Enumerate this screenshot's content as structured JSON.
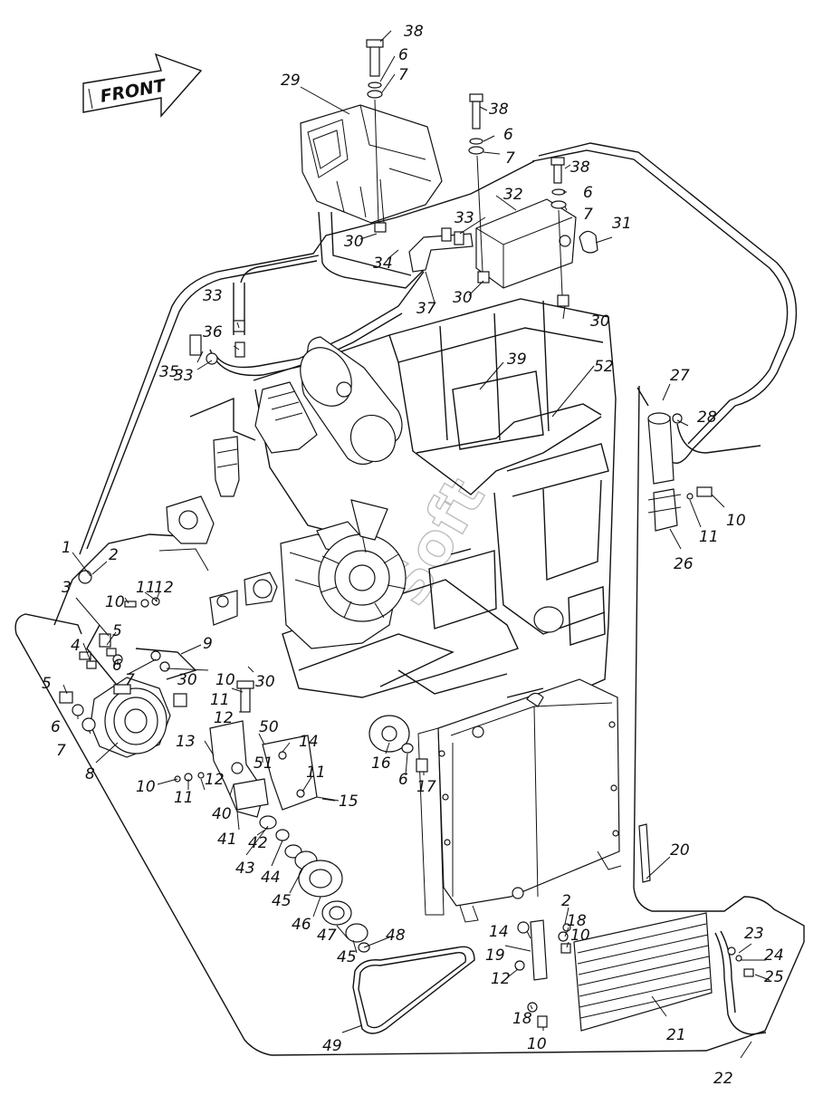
{
  "front_label": "FRONT",
  "watermark": "Soft",
  "callouts": [
    {
      "id": "c38a",
      "text": "38"
    },
    {
      "id": "c6a",
      "text": "6"
    },
    {
      "id": "c7a",
      "text": "7"
    },
    {
      "id": "c29",
      "text": "29"
    },
    {
      "id": "c38b",
      "text": "38"
    },
    {
      "id": "c6b",
      "text": "6"
    },
    {
      "id": "c7b",
      "text": "7"
    },
    {
      "id": "c38c",
      "text": "38"
    },
    {
      "id": "c6c",
      "text": "6"
    },
    {
      "id": "c7c",
      "text": "7"
    },
    {
      "id": "c32",
      "text": "32"
    },
    {
      "id": "c33a",
      "text": "33"
    },
    {
      "id": "c31",
      "text": "31"
    },
    {
      "id": "c30a",
      "text": "30"
    },
    {
      "id": "c34",
      "text": "34"
    },
    {
      "id": "c30b",
      "text": "30"
    },
    {
      "id": "c30c",
      "text": "30"
    },
    {
      "id": "c33b",
      "text": "33"
    },
    {
      "id": "c37",
      "text": "37"
    },
    {
      "id": "c36",
      "text": "36"
    },
    {
      "id": "c35",
      "text": "35"
    },
    {
      "id": "c33c",
      "text": "33"
    },
    {
      "id": "c39",
      "text": "39"
    },
    {
      "id": "c52",
      "text": "52"
    },
    {
      "id": "c27",
      "text": "27"
    },
    {
      "id": "c28",
      "text": "28"
    },
    {
      "id": "c10a",
      "text": "10"
    },
    {
      "id": "c11a",
      "text": "11"
    },
    {
      "id": "c26",
      "text": "26"
    },
    {
      "id": "c1",
      "text": "1"
    },
    {
      "id": "c2a",
      "text": "2"
    },
    {
      "id": "c3",
      "text": "3"
    },
    {
      "id": "c11b",
      "text": "11"
    },
    {
      "id": "c12a",
      "text": "12"
    },
    {
      "id": "c10b",
      "text": "10"
    },
    {
      "id": "c4",
      "text": "4"
    },
    {
      "id": "c5a",
      "text": "5"
    },
    {
      "id": "c6d",
      "text": "6"
    },
    {
      "id": "c9",
      "text": "9"
    },
    {
      "id": "c7d",
      "text": "7"
    },
    {
      "id": "c30d",
      "text": "30"
    },
    {
      "id": "c30e",
      "text": "30"
    },
    {
      "id": "c5b",
      "text": "5"
    },
    {
      "id": "c6e",
      "text": "6"
    },
    {
      "id": "c7e",
      "text": "7"
    },
    {
      "id": "c8",
      "text": "8"
    },
    {
      "id": "c10c",
      "text": "10"
    },
    {
      "id": "c11c",
      "text": "11"
    },
    {
      "id": "c12b",
      "text": "12"
    },
    {
      "id": "c50",
      "text": "50"
    },
    {
      "id": "c13",
      "text": "13"
    },
    {
      "id": "c51",
      "text": "51"
    },
    {
      "id": "c14a",
      "text": "14"
    },
    {
      "id": "c16",
      "text": "16"
    },
    {
      "id": "c11d",
      "text": "11"
    },
    {
      "id": "c6f",
      "text": "6"
    },
    {
      "id": "c17",
      "text": "17"
    },
    {
      "id": "c10d",
      "text": "10"
    },
    {
      "id": "c11e",
      "text": "11"
    },
    {
      "id": "c12c",
      "text": "12"
    },
    {
      "id": "c40",
      "text": "40"
    },
    {
      "id": "c15",
      "text": "15"
    },
    {
      "id": "c41",
      "text": "41"
    },
    {
      "id": "c42",
      "text": "42"
    },
    {
      "id": "c43",
      "text": "43"
    },
    {
      "id": "c44",
      "text": "44"
    },
    {
      "id": "c45a",
      "text": "45"
    },
    {
      "id": "c46",
      "text": "46"
    },
    {
      "id": "c20",
      "text": "20"
    },
    {
      "id": "c2b",
      "text": "2"
    },
    {
      "id": "c18a",
      "text": "18"
    },
    {
      "id": "c10e",
      "text": "10"
    },
    {
      "id": "c14b",
      "text": "14"
    },
    {
      "id": "c47",
      "text": "47"
    },
    {
      "id": "c45b",
      "text": "45"
    },
    {
      "id": "c48",
      "text": "48"
    },
    {
      "id": "c19",
      "text": "19"
    },
    {
      "id": "c12d",
      "text": "12"
    },
    {
      "id": "c23",
      "text": "23"
    },
    {
      "id": "c24",
      "text": "24"
    },
    {
      "id": "c25",
      "text": "25"
    },
    {
      "id": "c18b",
      "text": "18"
    },
    {
      "id": "c10f",
      "text": "10"
    },
    {
      "id": "c21",
      "text": "21"
    },
    {
      "id": "c49",
      "text": "49"
    },
    {
      "id": "c22",
      "text": "22"
    }
  ]
}
